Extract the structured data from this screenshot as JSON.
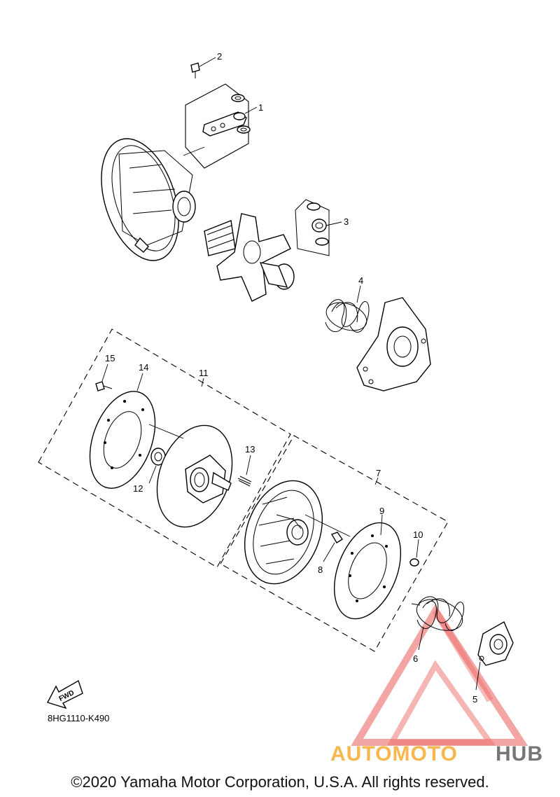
{
  "diagram": {
    "part_callouts": [
      {
        "id": "p1",
        "label": "1"
      },
      {
        "id": "p2",
        "label": "2"
      },
      {
        "id": "p3",
        "label": "3"
      },
      {
        "id": "p4",
        "label": "4"
      },
      {
        "id": "p5",
        "label": "5"
      },
      {
        "id": "p6",
        "label": "6"
      },
      {
        "id": "p7",
        "label": "7"
      },
      {
        "id": "p8",
        "label": "8"
      },
      {
        "id": "p9",
        "label": "9"
      },
      {
        "id": "p10",
        "label": "10"
      },
      {
        "id": "p11",
        "label": "11"
      },
      {
        "id": "p12",
        "label": "12"
      },
      {
        "id": "p13",
        "label": "13"
      },
      {
        "id": "p14",
        "label": "14"
      },
      {
        "id": "p15",
        "label": "15"
      }
    ],
    "fwd_label": "FWD",
    "diagram_code": "8HG1110-K490"
  },
  "watermark": {
    "text_orange": "AUTOMOTO",
    "text_gray": "HUB",
    "color_red": "#e53935",
    "color_orange": "#f5a623",
    "color_gray": "#555555"
  },
  "copyright": "©2020 Yamaha Motor Corporation, U.S.A. All rights reserved."
}
